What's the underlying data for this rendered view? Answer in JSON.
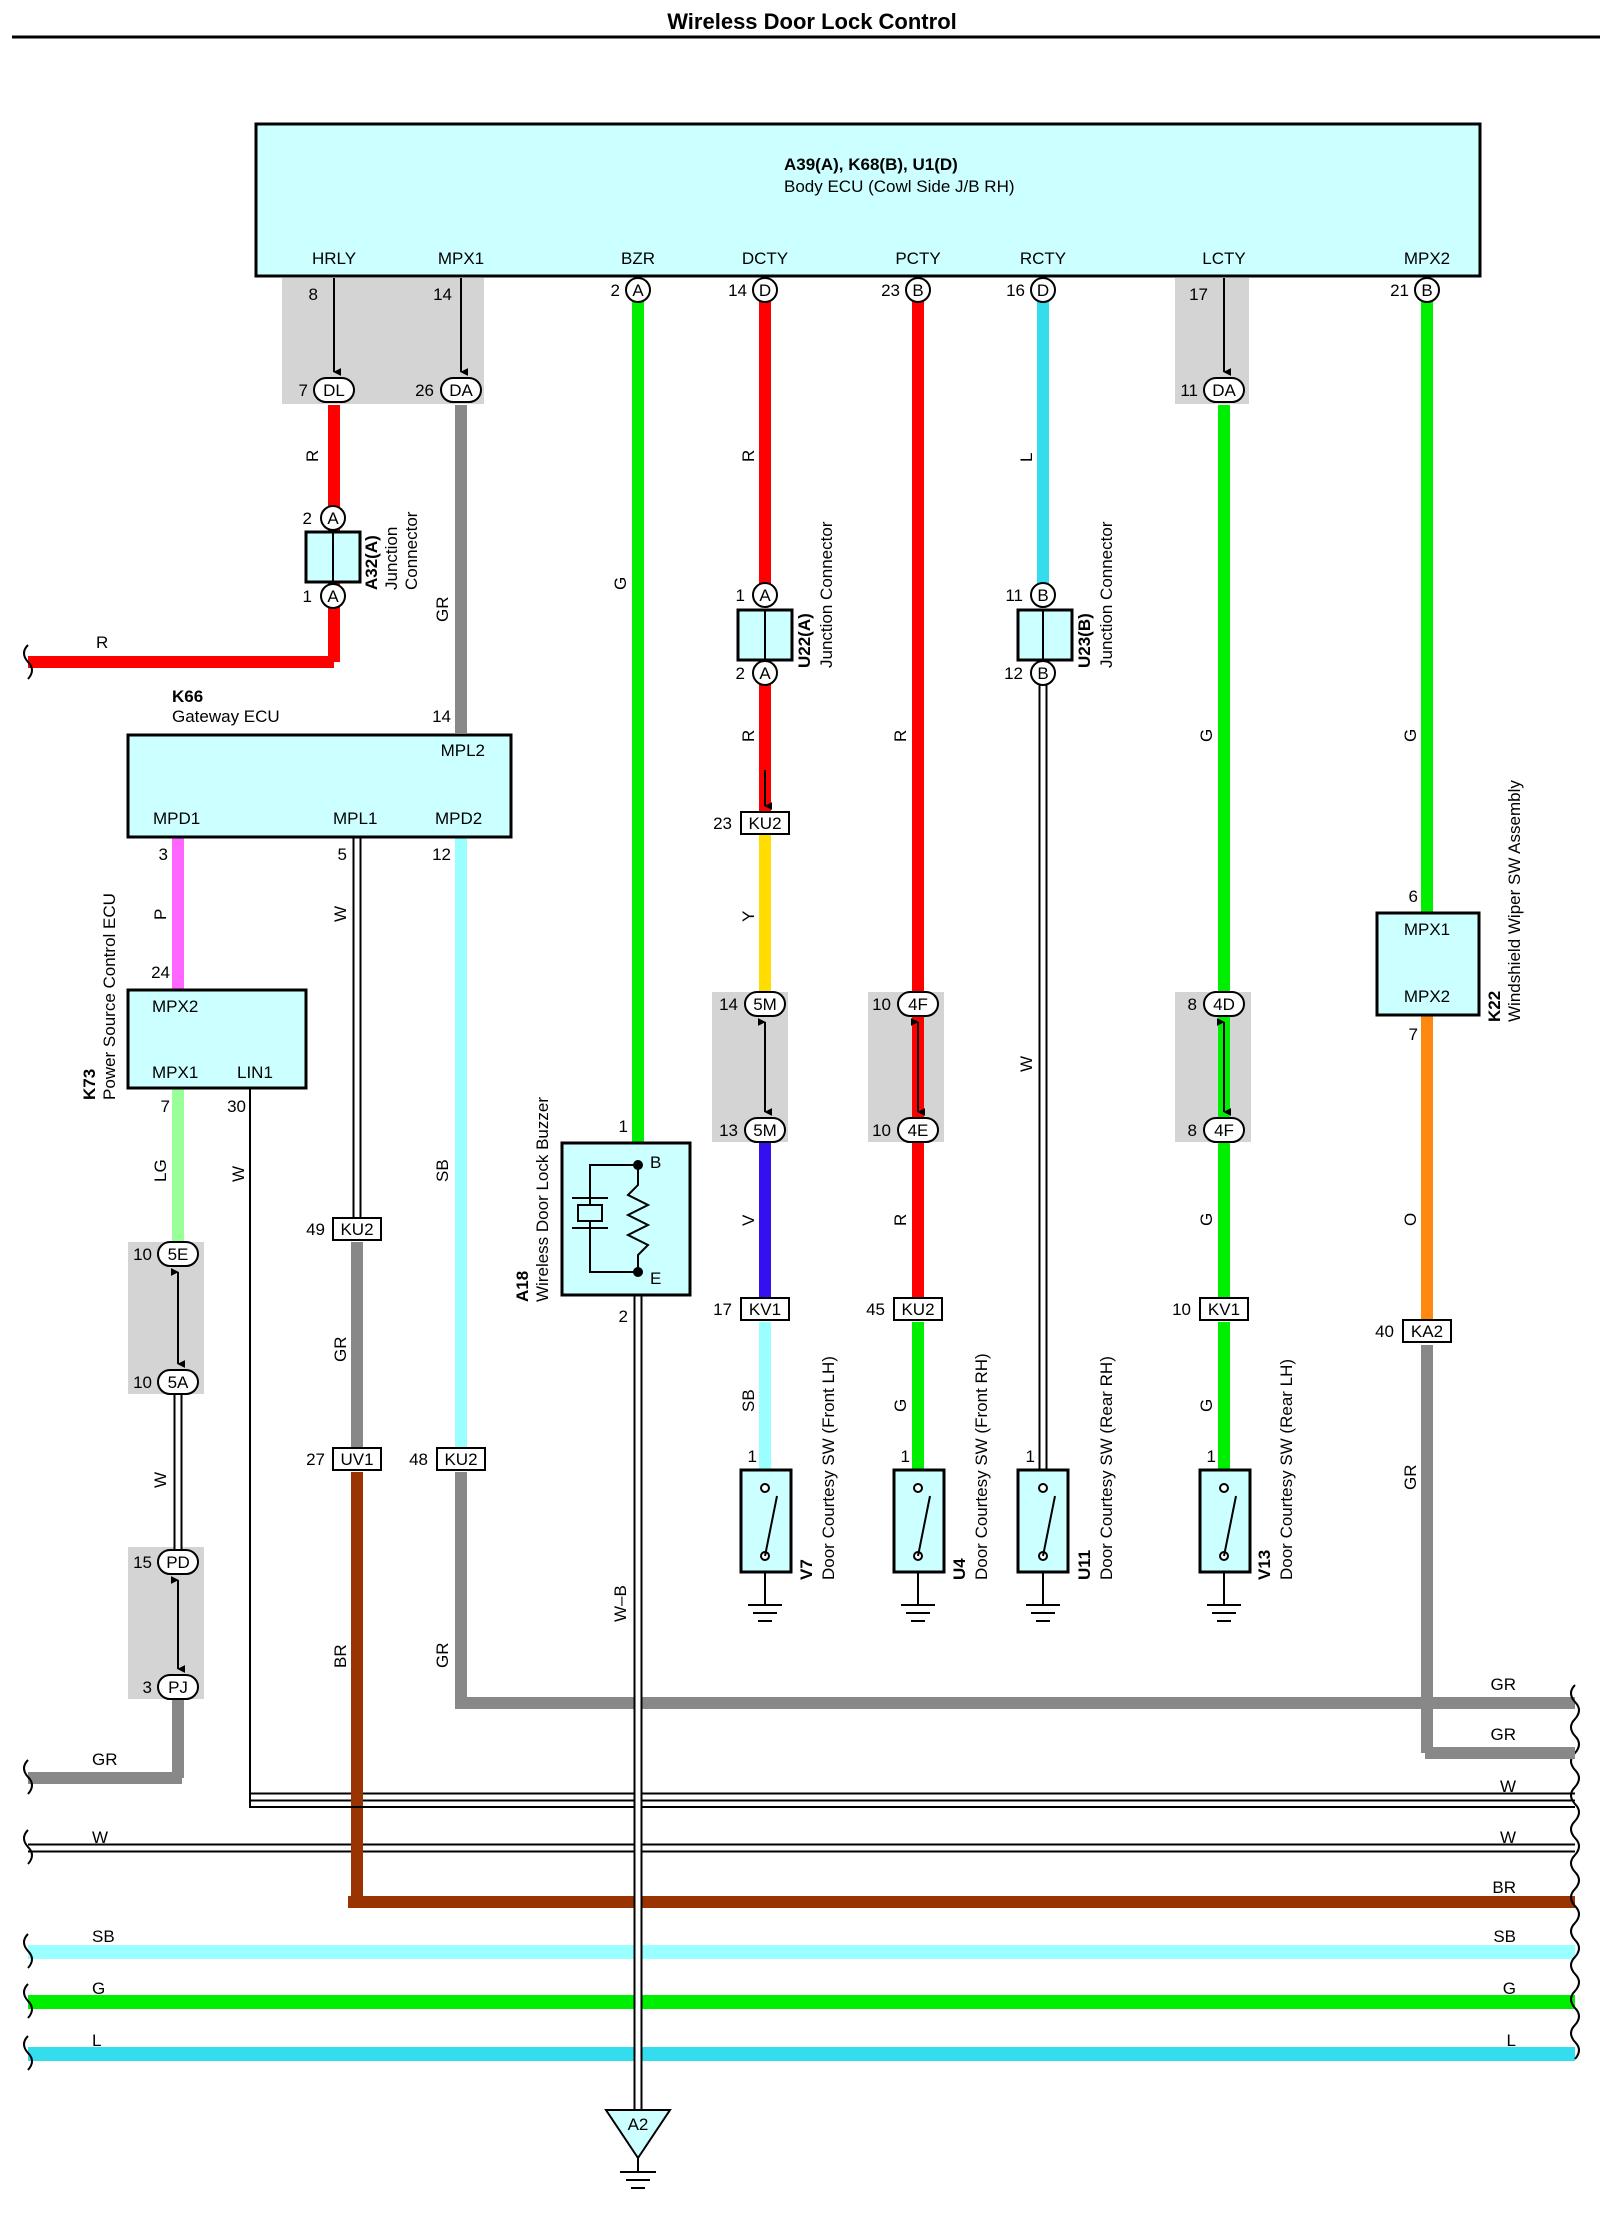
{
  "title": "Wireless Door Lock Control",
  "colors": {
    "R": "#ff0000",
    "G": "#00ee00",
    "L": "#33ddee",
    "SB": "#99ffff",
    "GR": "#888888",
    "BR": "#993300",
    "V": "#3311ee",
    "Y": "#ffdd00",
    "P": "#ff66ff",
    "LG": "#99ff99",
    "O": "#ff8811",
    "W": "#ffffff"
  },
  "body_ecu": {
    "code": "A39(A), K68(B), U1(D)",
    "name": "Body ECU (Cowl Side J/B RH)",
    "terminals": [
      "HRLY",
      "MPX1",
      "BZR",
      "DCTY",
      "PCTY",
      "RCTY",
      "LCTY",
      "MPX2"
    ],
    "pins": [
      "8",
      "14",
      "2",
      "14",
      "23",
      "16",
      "17",
      "21"
    ],
    "pin_connectors": [
      "A",
      "D",
      "B",
      "D",
      "B"
    ]
  },
  "jb_pins": {
    "dl_num": "7",
    "dl": "DL",
    "da1_num": "26",
    "da1": "DA",
    "da2_num": "11",
    "da2": "DA"
  },
  "a32": {
    "code": "A32(A)",
    "name1": "Junction",
    "name2": "Connector",
    "pin_top": "2",
    "pin_bot": "1",
    "letter": "A"
  },
  "u22": {
    "code": "U22(A)",
    "name": "Junction Connector",
    "pin_top": "1",
    "pin_bot": "2",
    "letter": "A"
  },
  "u23": {
    "code": "U23(B)",
    "name": "Junction Connector",
    "pin_top": "11",
    "pin_bot": "12",
    "letter": "B"
  },
  "k66": {
    "code": "K66",
    "name": "Gateway ECU",
    "t_mpl2": "MPL2",
    "t_mpd1": "MPD1",
    "t_mpl1": "MPL1",
    "t_mpd2": "MPD2",
    "p_mpl2": "14",
    "p_mpd1": "3",
    "p_mpl1": "5",
    "p_mpd2": "12"
  },
  "k73": {
    "code": "K73",
    "name": "Power Source Control ECU",
    "t_mpx2": "MPX2",
    "t_mpx1": "MPX1",
    "t_lin1": "LIN1",
    "p_mpx2": "24",
    "p_mpx1": "7",
    "p_lin1": "30"
  },
  "a18": {
    "code": "A18",
    "name": "Wireless Door Lock Buzzer",
    "t_b": "B",
    "t_e": "E",
    "p_b": "1",
    "p_e": "2"
  },
  "k22": {
    "code": "K22",
    "name": "Windshield Wiper SW Assembly",
    "t_mpx1": "MPX1",
    "t_mpx2": "MPX2",
    "p_mpx1": "6",
    "p_mpx2": "7"
  },
  "connectors": {
    "ku2_23": {
      "num": "23",
      "id": "KU2"
    },
    "m5_14": {
      "num": "14",
      "id": "5M"
    },
    "m5_13": {
      "num": "13",
      "id": "5M"
    },
    "f4_10": {
      "num": "10",
      "id": "4F"
    },
    "e4_10": {
      "num": "10",
      "id": "4E"
    },
    "d4_8": {
      "num": "8",
      "id": "4D"
    },
    "f4_8": {
      "num": "8",
      "id": "4F"
    },
    "kv1_17": {
      "num": "17",
      "id": "KV1"
    },
    "ku2_45": {
      "num": "45",
      "id": "KU2"
    },
    "kv1_10": {
      "num": "10",
      "id": "KV1"
    },
    "ka2_40": {
      "num": "40",
      "id": "KA2"
    },
    "ku2_49": {
      "num": "49",
      "id": "KU2"
    },
    "uv1_27": {
      "num": "27",
      "id": "UV1"
    },
    "ku2_48": {
      "num": "48",
      "id": "KU2"
    },
    "e5_10": {
      "num": "10",
      "id": "5E"
    },
    "a5_10": {
      "num": "10",
      "id": "5A"
    },
    "pd_15": {
      "num": "15",
      "id": "PD"
    },
    "pj_3": {
      "num": "3",
      "id": "PJ"
    }
  },
  "switches": [
    {
      "code": "V7",
      "name": "Door Courtesy SW (Front LH)",
      "pin": "1"
    },
    {
      "code": "U4",
      "name": "Door Courtesy SW (Front RH)",
      "pin": "1"
    },
    {
      "code": "U11",
      "name": "Door Courtesy SW (Rear RH)",
      "pin": "1"
    },
    {
      "code": "V13",
      "name": "Door Courtesy SW (Rear LH)",
      "pin": "1"
    }
  ],
  "ground": "A2",
  "wire_labels": {
    "r1": "R",
    "r2": "R",
    "gr1": "GR",
    "g1": "G",
    "r_dcty": "R",
    "r_u22": "R",
    "l_rcty": "L",
    "g_lcty": "G",
    "g_mpx2": "G",
    "r_pcty": "R",
    "y": "Y",
    "v": "V",
    "r_4e": "R",
    "w_u23": "W",
    "g_4f": "G",
    "o": "O",
    "p": "P",
    "w_mpl1": "W",
    "sb_mpd2": "SB",
    "lg": "LG",
    "w_lin1": "W",
    "gr_ku2": "GR",
    "w_5a": "W",
    "br": "BR",
    "gr_mpd2": "GR",
    "sb_v7": "SB",
    "g_u4": "G",
    "g_v13": "G",
    "gr_ka2": "GR",
    "wb": "W–B"
  },
  "bus": [
    {
      "left": "",
      "right": "GR"
    },
    {
      "left": "GR",
      "right": "GR"
    },
    {
      "left": "",
      "right": "W"
    },
    {
      "left": "W",
      "right": "W"
    },
    {
      "left": "",
      "right": "BR"
    },
    {
      "left": "SB",
      "right": "SB"
    },
    {
      "left": "G",
      "right": "G"
    },
    {
      "left": "L",
      "right": "L"
    }
  ]
}
